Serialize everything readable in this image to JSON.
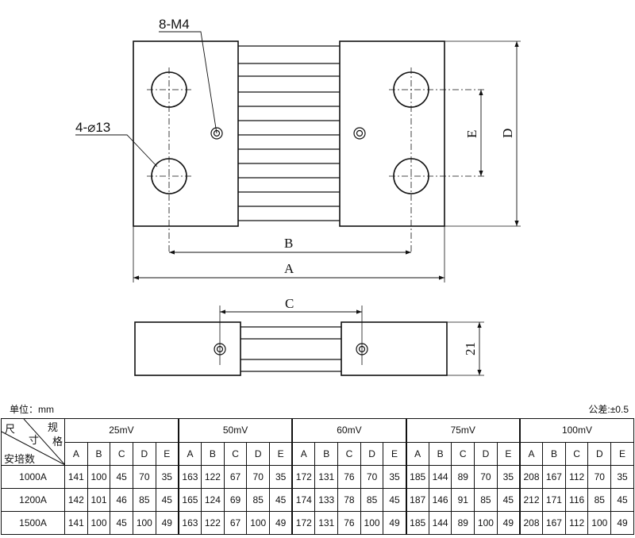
{
  "drawing": {
    "label_screws": "8-M4",
    "label_holes": "4-⌀13",
    "dim_A": "A",
    "dim_B": "B",
    "dim_C": "C",
    "dim_D": "D",
    "dim_E": "E",
    "dim_thickness": "21"
  },
  "table": {
    "unit": "单位：mm",
    "tolerance": "公差:±0.5",
    "corner": {
      "size_1": "尺",
      "size_2": "寸",
      "spec_1": "规",
      "spec_2": "格",
      "current": "安培数"
    },
    "groups": [
      "25mV",
      "50mV",
      "60mV",
      "75mV",
      "100mV"
    ],
    "columns": [
      "A",
      "B",
      "C",
      "D",
      "E"
    ],
    "rows": [
      {
        "label": "1000A",
        "values": [
          141,
          100,
          45,
          70,
          35,
          163,
          122,
          67,
          70,
          35,
          172,
          131,
          76,
          70,
          35,
          185,
          144,
          89,
          70,
          35,
          208,
          167,
          112,
          70,
          35
        ]
      },
      {
        "label": "1200A",
        "values": [
          142,
          101,
          46,
          85,
          45,
          165,
          124,
          69,
          85,
          45,
          174,
          133,
          78,
          85,
          45,
          187,
          146,
          91,
          85,
          45,
          212,
          171,
          116,
          85,
          45
        ]
      },
      {
        "label": "1500A",
        "values": [
          141,
          100,
          45,
          100,
          49,
          163,
          122,
          67,
          100,
          49,
          172,
          131,
          76,
          100,
          49,
          185,
          144,
          89,
          100,
          49,
          208,
          167,
          112,
          100,
          49
        ]
      }
    ]
  }
}
